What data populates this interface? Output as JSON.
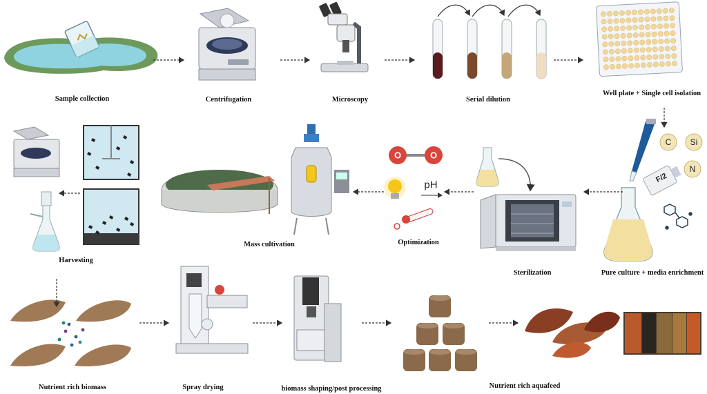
{
  "steps": {
    "sample_collection": "Sample collection",
    "centrifugation": "Centrifugation",
    "microscopy": "Microscopy",
    "serial_dilution": "Serial dilution",
    "well_plate": "Well plate + Single cell isolation",
    "pure_culture": "Pure culture + media enrichment",
    "sterilization": "Sterilization",
    "optimization": "Optimization",
    "mass_cultivation": "Mass cultivation",
    "harvesting": "Harvesting",
    "nutrient_biomass": "Nutrient rich biomass",
    "spray_drying": "Spray drying",
    "biomass_shaping": "biomass shaping/post processing",
    "aquafeed": "Nutrient rich aquafeed"
  },
  "symbols": {
    "carbon": "C",
    "silicon": "Si",
    "nitrogen": "N",
    "f2_medium": "F/2",
    "ph": "pH",
    "oxygen_left": "O",
    "oxygen_right": "O"
  },
  "colors": {
    "arrow": "#333333",
    "water": "#8fd3e0",
    "grass": "#6d9a5c",
    "biomass": "#a07a56",
    "culture": "#f3dfa0",
    "oxygen": "#d9453a"
  }
}
